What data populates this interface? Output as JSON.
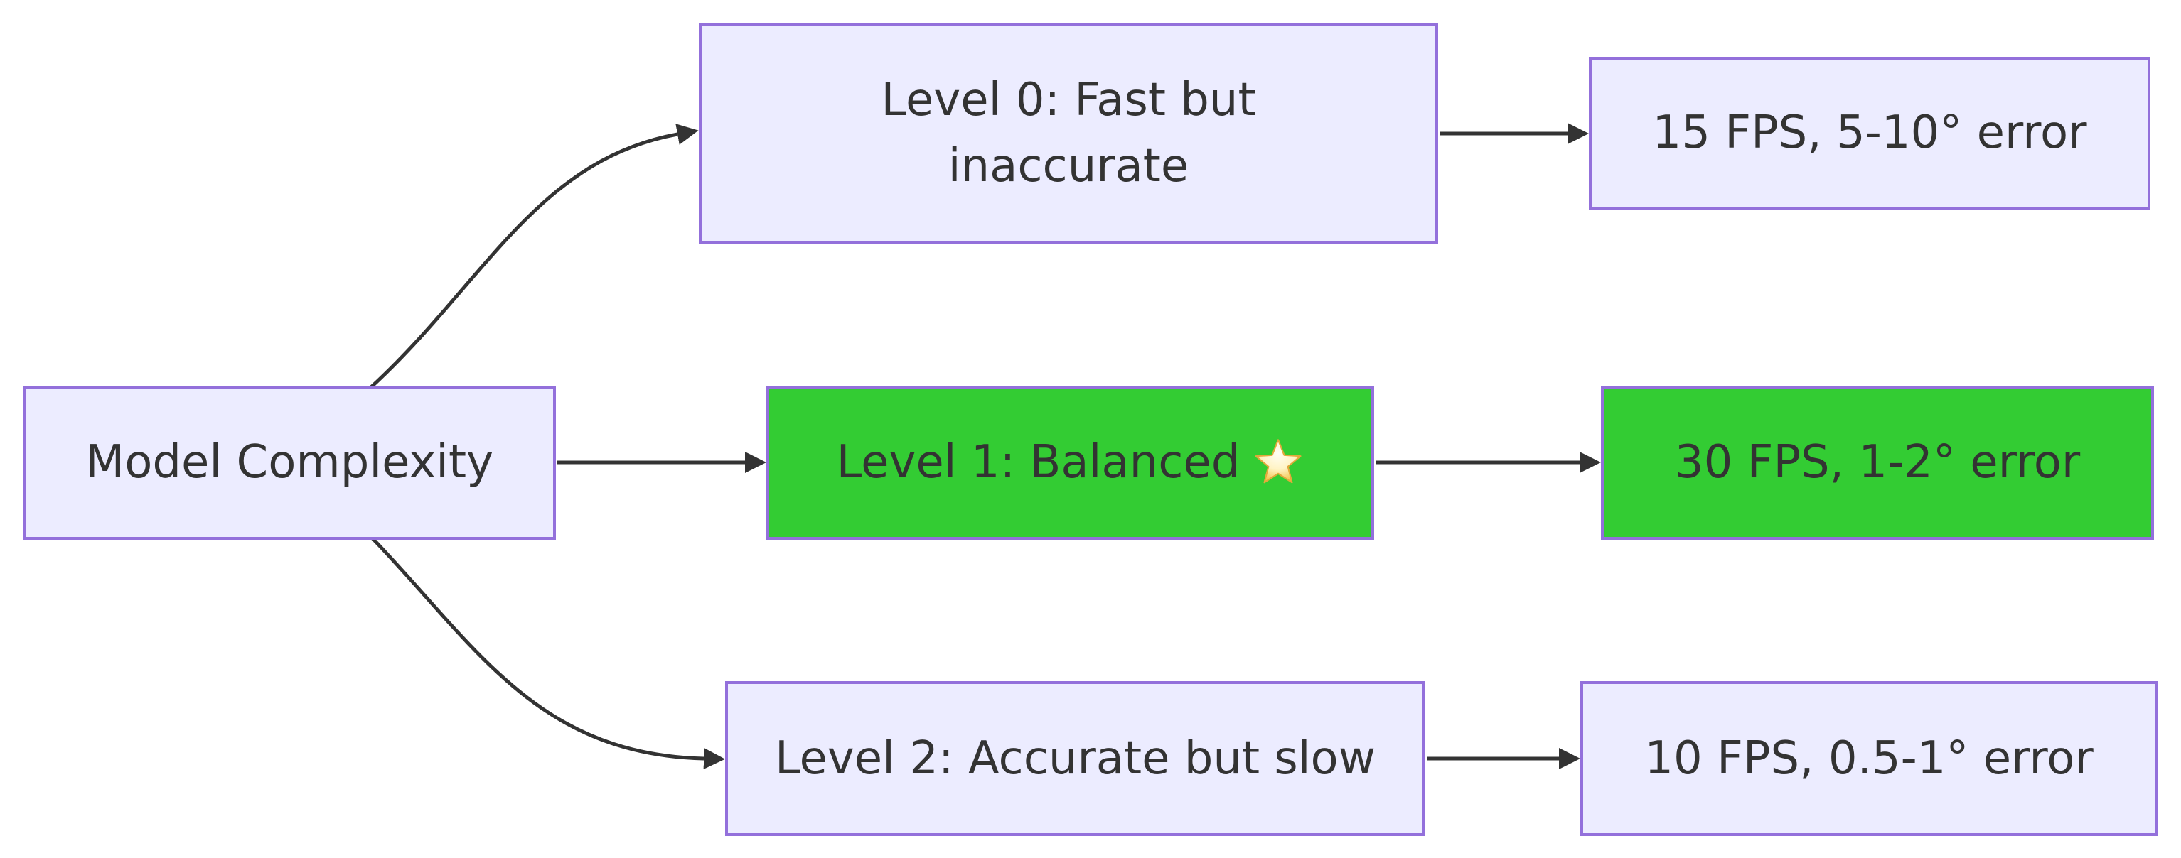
{
  "diagram": {
    "type": "flowchart",
    "direction": "left-to-right",
    "colors": {
      "background": "#ffffff",
      "node_fill": "#ECECFF",
      "node_border": "#9370DB",
      "highlight_fill": "#33CC33",
      "text": "#333333",
      "edge": "#333333",
      "star_gold": "#EDB72C",
      "star_outline": "#E2A93B"
    },
    "nodes": {
      "root": {
        "label": "Model Complexity",
        "highlight": false
      },
      "level0": {
        "label": "Level 0: Fast but\ninaccurate",
        "highlight": false
      },
      "level1": {
        "label": "Level 1: Balanced",
        "icon": "star-icon",
        "highlight": true
      },
      "level2": {
        "label": "Level 2: Accurate but slow",
        "highlight": false
      },
      "result0": {
        "label": "15 FPS, 5-10° error",
        "highlight": false
      },
      "result1": {
        "label": "30 FPS, 1-2° error",
        "highlight": true
      },
      "result2": {
        "label": "10 FPS, 0.5-1° error",
        "highlight": false
      }
    },
    "edges": [
      {
        "from": "root",
        "to": "level0"
      },
      {
        "from": "root",
        "to": "level1"
      },
      {
        "from": "root",
        "to": "level2"
      },
      {
        "from": "level0",
        "to": "result0"
      },
      {
        "from": "level1",
        "to": "result1"
      },
      {
        "from": "level2",
        "to": "result2"
      }
    ]
  }
}
